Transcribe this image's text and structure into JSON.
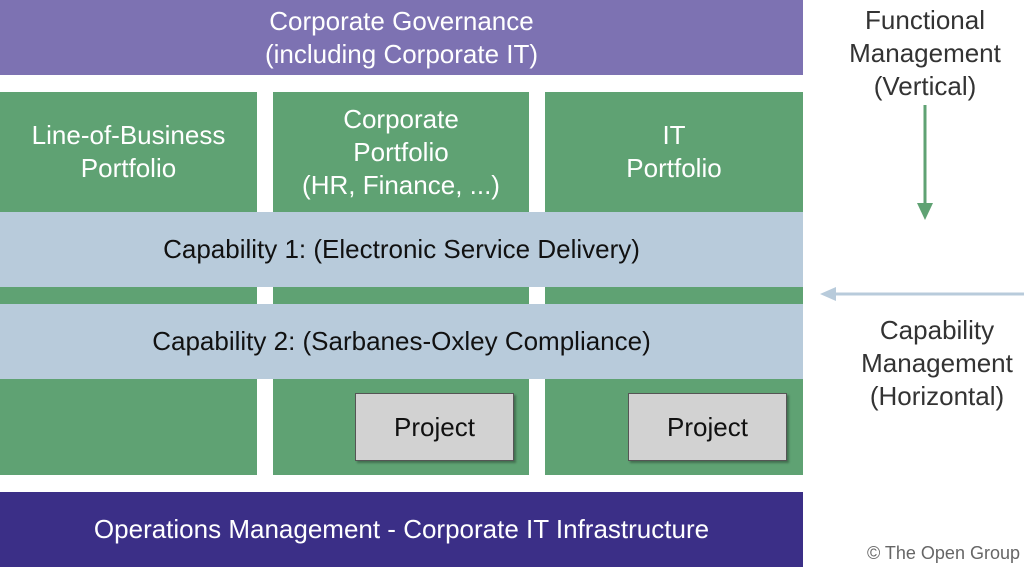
{
  "governance": {
    "line1": "Corporate Governance",
    "line2": "(including Corporate IT)"
  },
  "portfolios": [
    {
      "lines": [
        "Line-of-Business",
        "Portfolio"
      ]
    },
    {
      "lines": [
        "Corporate",
        "Portfolio",
        "(HR, Finance, ...)"
      ]
    },
    {
      "lines": [
        "IT",
        "Portfolio"
      ]
    }
  ],
  "capabilities": [
    "Capability 1: (Electronic Service Delivery)",
    "Capability 2: (Sarbanes-Oxley Compliance)"
  ],
  "projects": [
    "Project",
    "Project"
  ],
  "operations": "Operations Management - Corporate IT Infrastructure",
  "functional": {
    "lines": [
      "Functional",
      "Management",
      "(Vertical)"
    ]
  },
  "capability_mgmt": {
    "lines": [
      "Capability",
      "Management",
      "(Horizontal)"
    ]
  },
  "copyright": "© The Open Group",
  "colors": {
    "governance": "#7d72b2",
    "portfolio": "#5fa273",
    "capability": "#b8cbdb",
    "operations": "#3b2f87"
  }
}
